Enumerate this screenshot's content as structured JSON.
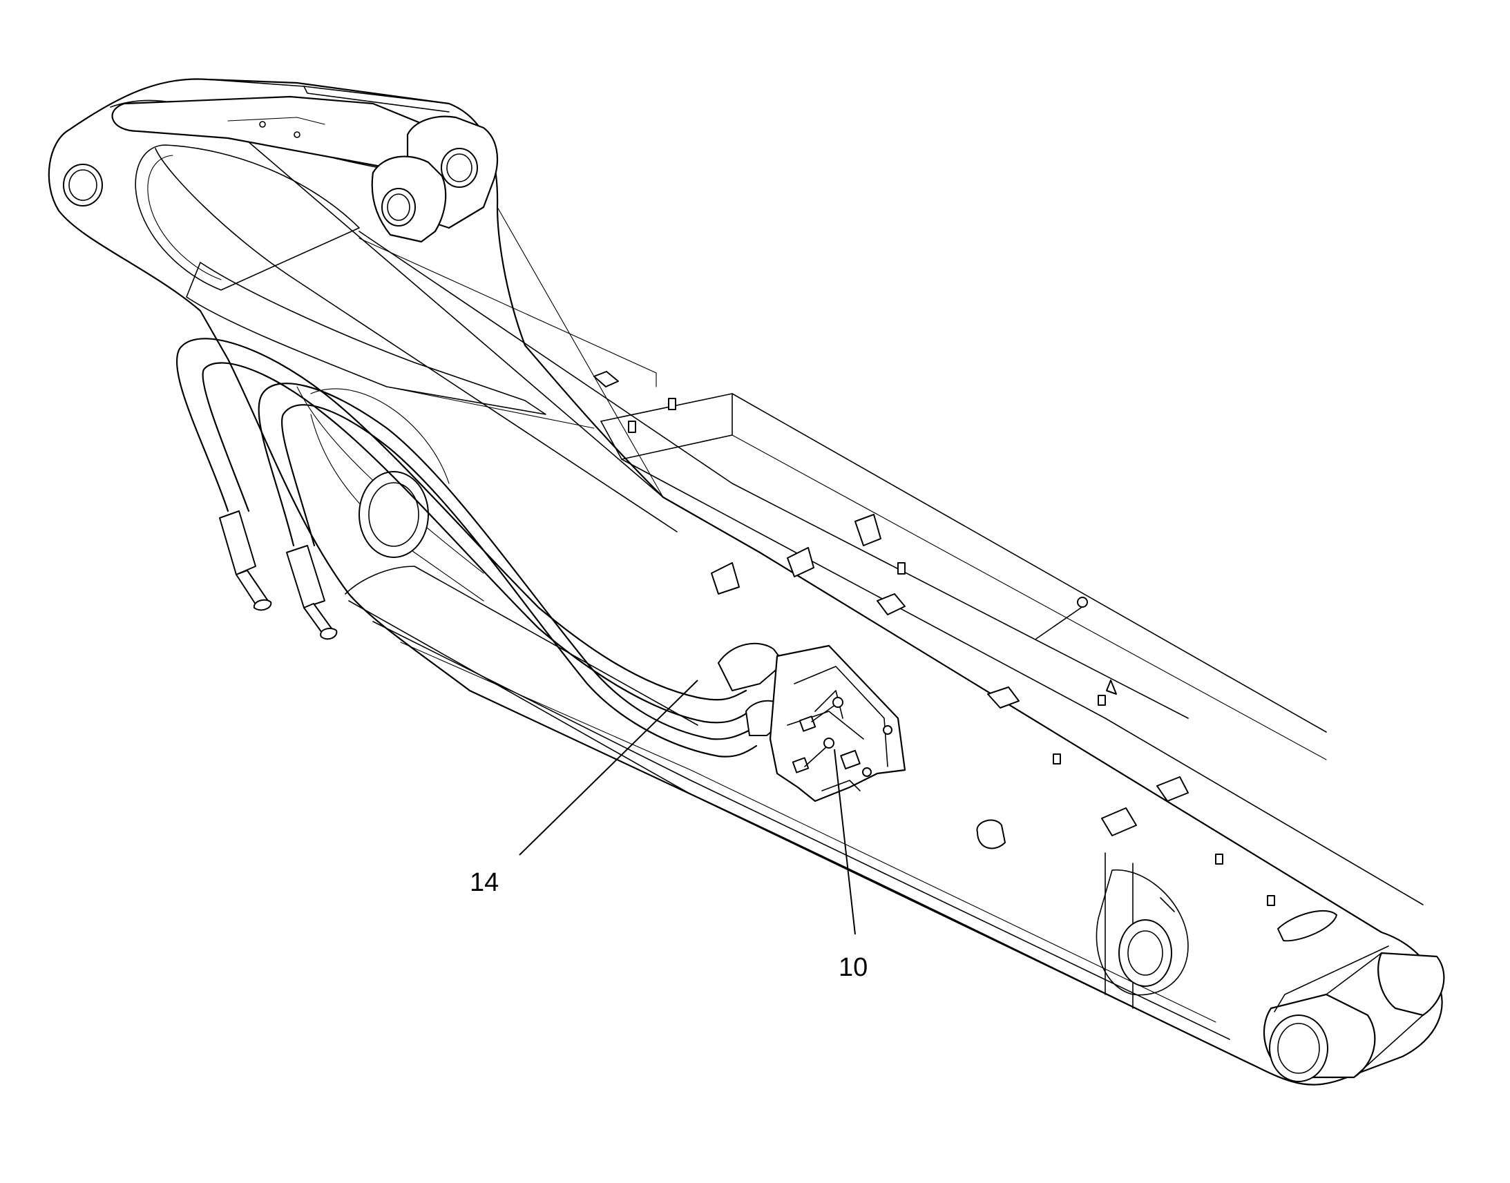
{
  "callouts": [
    {
      "id": "hose",
      "label": "14"
    },
    {
      "id": "valve",
      "label": "10"
    }
  ]
}
